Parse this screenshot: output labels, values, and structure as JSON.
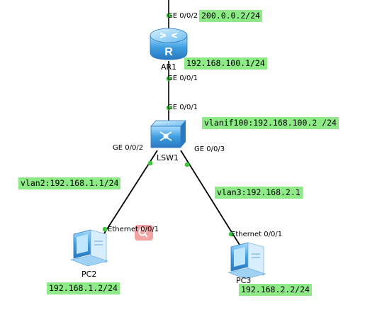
{
  "devices": {
    "router": {
      "name": "AR1"
    },
    "switch": {
      "name": "LSW1"
    },
    "pc2": {
      "name": "PC2"
    },
    "pc3": {
      "name": "PC3"
    }
  },
  "ports": {
    "ar1_up": "GE 0/0/2",
    "ar1_down": "GE 0/0/1",
    "lsw1_up": "GE 0/0/1",
    "lsw1_left": "GE 0/0/2",
    "lsw1_right": "GE 0/0/3",
    "pc2_eth": "Ethernet 0/0/1",
    "pc3_eth": "Ethernet 0/0/1"
  },
  "addresses": {
    "ar1_up": "200.0.0.2/24",
    "ar1_down": "192.168.100.1/24",
    "vlanif100": "vlanif100:192.168.100.2 /24",
    "vlan2": "vlan2:192.168.1.1/24",
    "vlan3": "vlan3:192.168.2.1",
    "pc2": "192.168.1.2/24",
    "pc3": "192.168.2.2/24"
  },
  "colors": {
    "label_bg": "#8eea86",
    "link": "#000000",
    "port_dot": "#3cc83c",
    "device_blue": "#4aa8e6",
    "alert_bg": "#f2a3a3"
  }
}
